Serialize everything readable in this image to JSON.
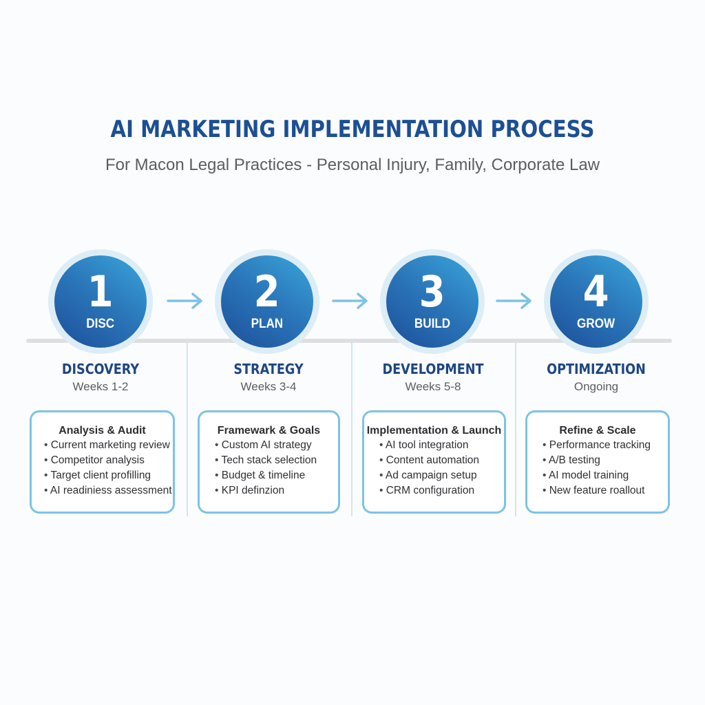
{
  "header": {
    "title": "AI MARKETING IMPLEMENTATION PROCESS",
    "subtitle": "For Macon Legal Practices - Personal Injury, Family, Corporate Law"
  },
  "colors": {
    "title": "#1c4f94",
    "circle_dark": "#1c4f9a",
    "circle_light": "#3aa6da",
    "card_border": "#7cc3e6",
    "arrow": "#7cc3e6"
  },
  "steps": [
    {
      "number": "1",
      "code": "DISC",
      "phase": "DISCOVERY",
      "timing": "Weeks 1-2",
      "card_title": "Analysis & Audit",
      "items": [
        "Current marketing review",
        "Competitor analysis",
        "Target client profilling",
        "AI readiniess assessment"
      ]
    },
    {
      "number": "2",
      "code": "PLAN",
      "phase": "STRATEGY",
      "timing": "Weeks 3-4",
      "card_title": "Framewark & Goals",
      "items": [
        "Custom AI strategy",
        "Tech stack selection",
        "Budget & timeline",
        "KPI definzion"
      ]
    },
    {
      "number": "3",
      "code": "BUILD",
      "phase": "DEVELOPMENT",
      "timing": "Weeks 5-8",
      "card_title": "Implementation & Launch",
      "items": [
        "AI tool integration",
        "Content automation",
        "Ad campaign setup",
        "CRM configuration"
      ]
    },
    {
      "number": "4",
      "code": "GROW",
      "phase": "OPTIMIZATION",
      "timing": "Ongoing",
      "card_title": "Refine & Scale",
      "items": [
        "Performance tracking",
        "A/B testing",
        "AI model training",
        "New feature roallout"
      ]
    }
  ]
}
